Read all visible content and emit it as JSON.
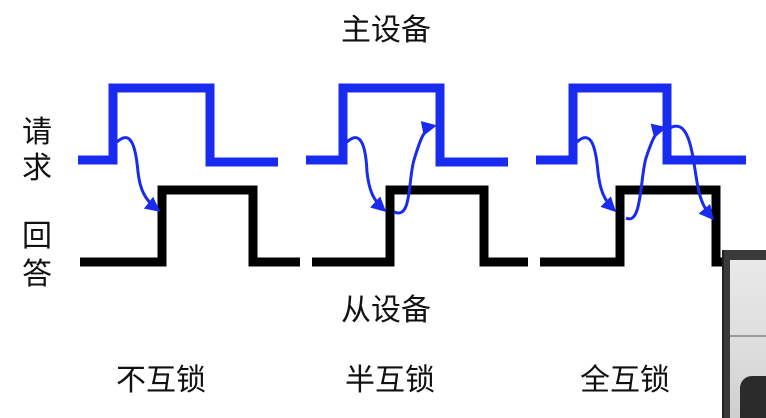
{
  "title_master": "主设备",
  "title_slave": "从设备",
  "side_labels": {
    "request": [
      "请",
      "求"
    ],
    "answer": [
      "回",
      "答"
    ]
  },
  "modes": [
    "不互锁",
    "半互锁",
    "全互锁"
  ],
  "colors": {
    "request_signal": "#1a2bf0",
    "answer_signal": "#000000",
    "arrow": "#1a2bf0",
    "text": "#111111"
  }
}
